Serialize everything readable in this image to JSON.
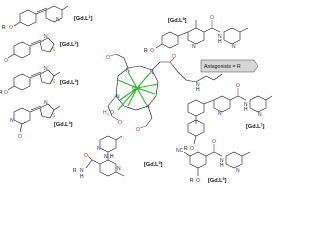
{
  "complex": {
    "metal": "Gd",
    "water_label": "H2O",
    "water_h": "H",
    "water_2": "2",
    "water_o": "O",
    "ligand_N": "N",
    "ligand_O": "O",
    "ligand_H": "H"
  },
  "antagonist_box": "Antagonists = R",
  "ligands": [
    {
      "name": "[Gd.L",
      "sup": "1",
      "close": "]"
    },
    {
      "name": "[Gd.L",
      "sup": "2",
      "close": "]"
    },
    {
      "name": "[Gd.L",
      "sup": "3",
      "close": "]"
    },
    {
      "name": "[Gd.L",
      "sup": "4",
      "close": "]"
    },
    {
      "name": "[Gd.L",
      "sup": "5",
      "close": "]"
    },
    {
      "name": "[Gd.L",
      "sup": "6",
      "close": "]"
    },
    {
      "name": "[Gd.L",
      "sup": "7",
      "close": "]"
    },
    {
      "name": "[Gd.L",
      "sup": "8",
      "close": "]"
    }
  ],
  "atom_labels": {
    "R": "R",
    "O": "O",
    "N": "N",
    "S": "S",
    "H": "H",
    "NC": "NC"
  },
  "colors": {
    "nitrogen": "#1a3a9a",
    "oxygen": "#c0281e",
    "sulfur": "#a08000",
    "gd_bond": "#2db52d",
    "box_fill": "#d6d6d6"
  }
}
